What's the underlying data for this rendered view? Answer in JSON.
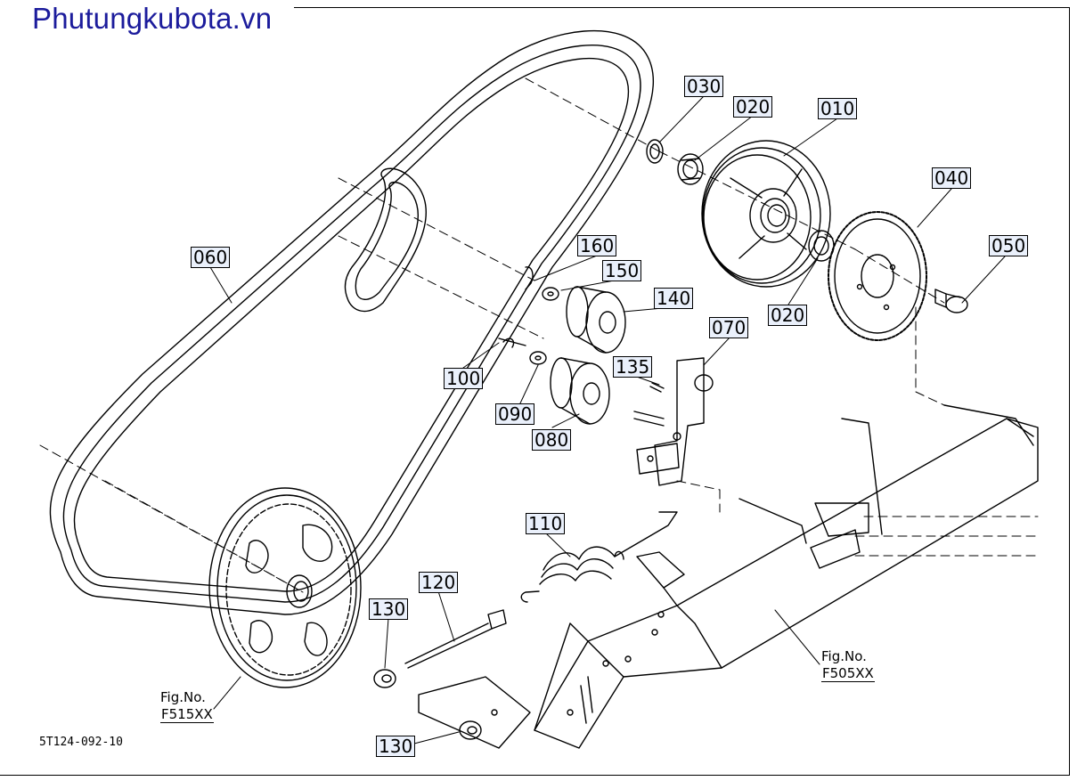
{
  "brand": "Phutungkubota.vn",
  "doc_id": "5T124-092-10",
  "fig_refs": [
    {
      "title": "Fig.No.",
      "code": "F515XX"
    },
    {
      "title": "Fig.No.",
      "code": "F505XX"
    }
  ],
  "callouts": [
    "030",
    "020",
    "010",
    "040",
    "050",
    "160",
    "150",
    "140",
    "060",
    "070",
    "135",
    "100",
    "090",
    "080",
    "020",
    "110",
    "120",
    "130",
    "130"
  ]
}
